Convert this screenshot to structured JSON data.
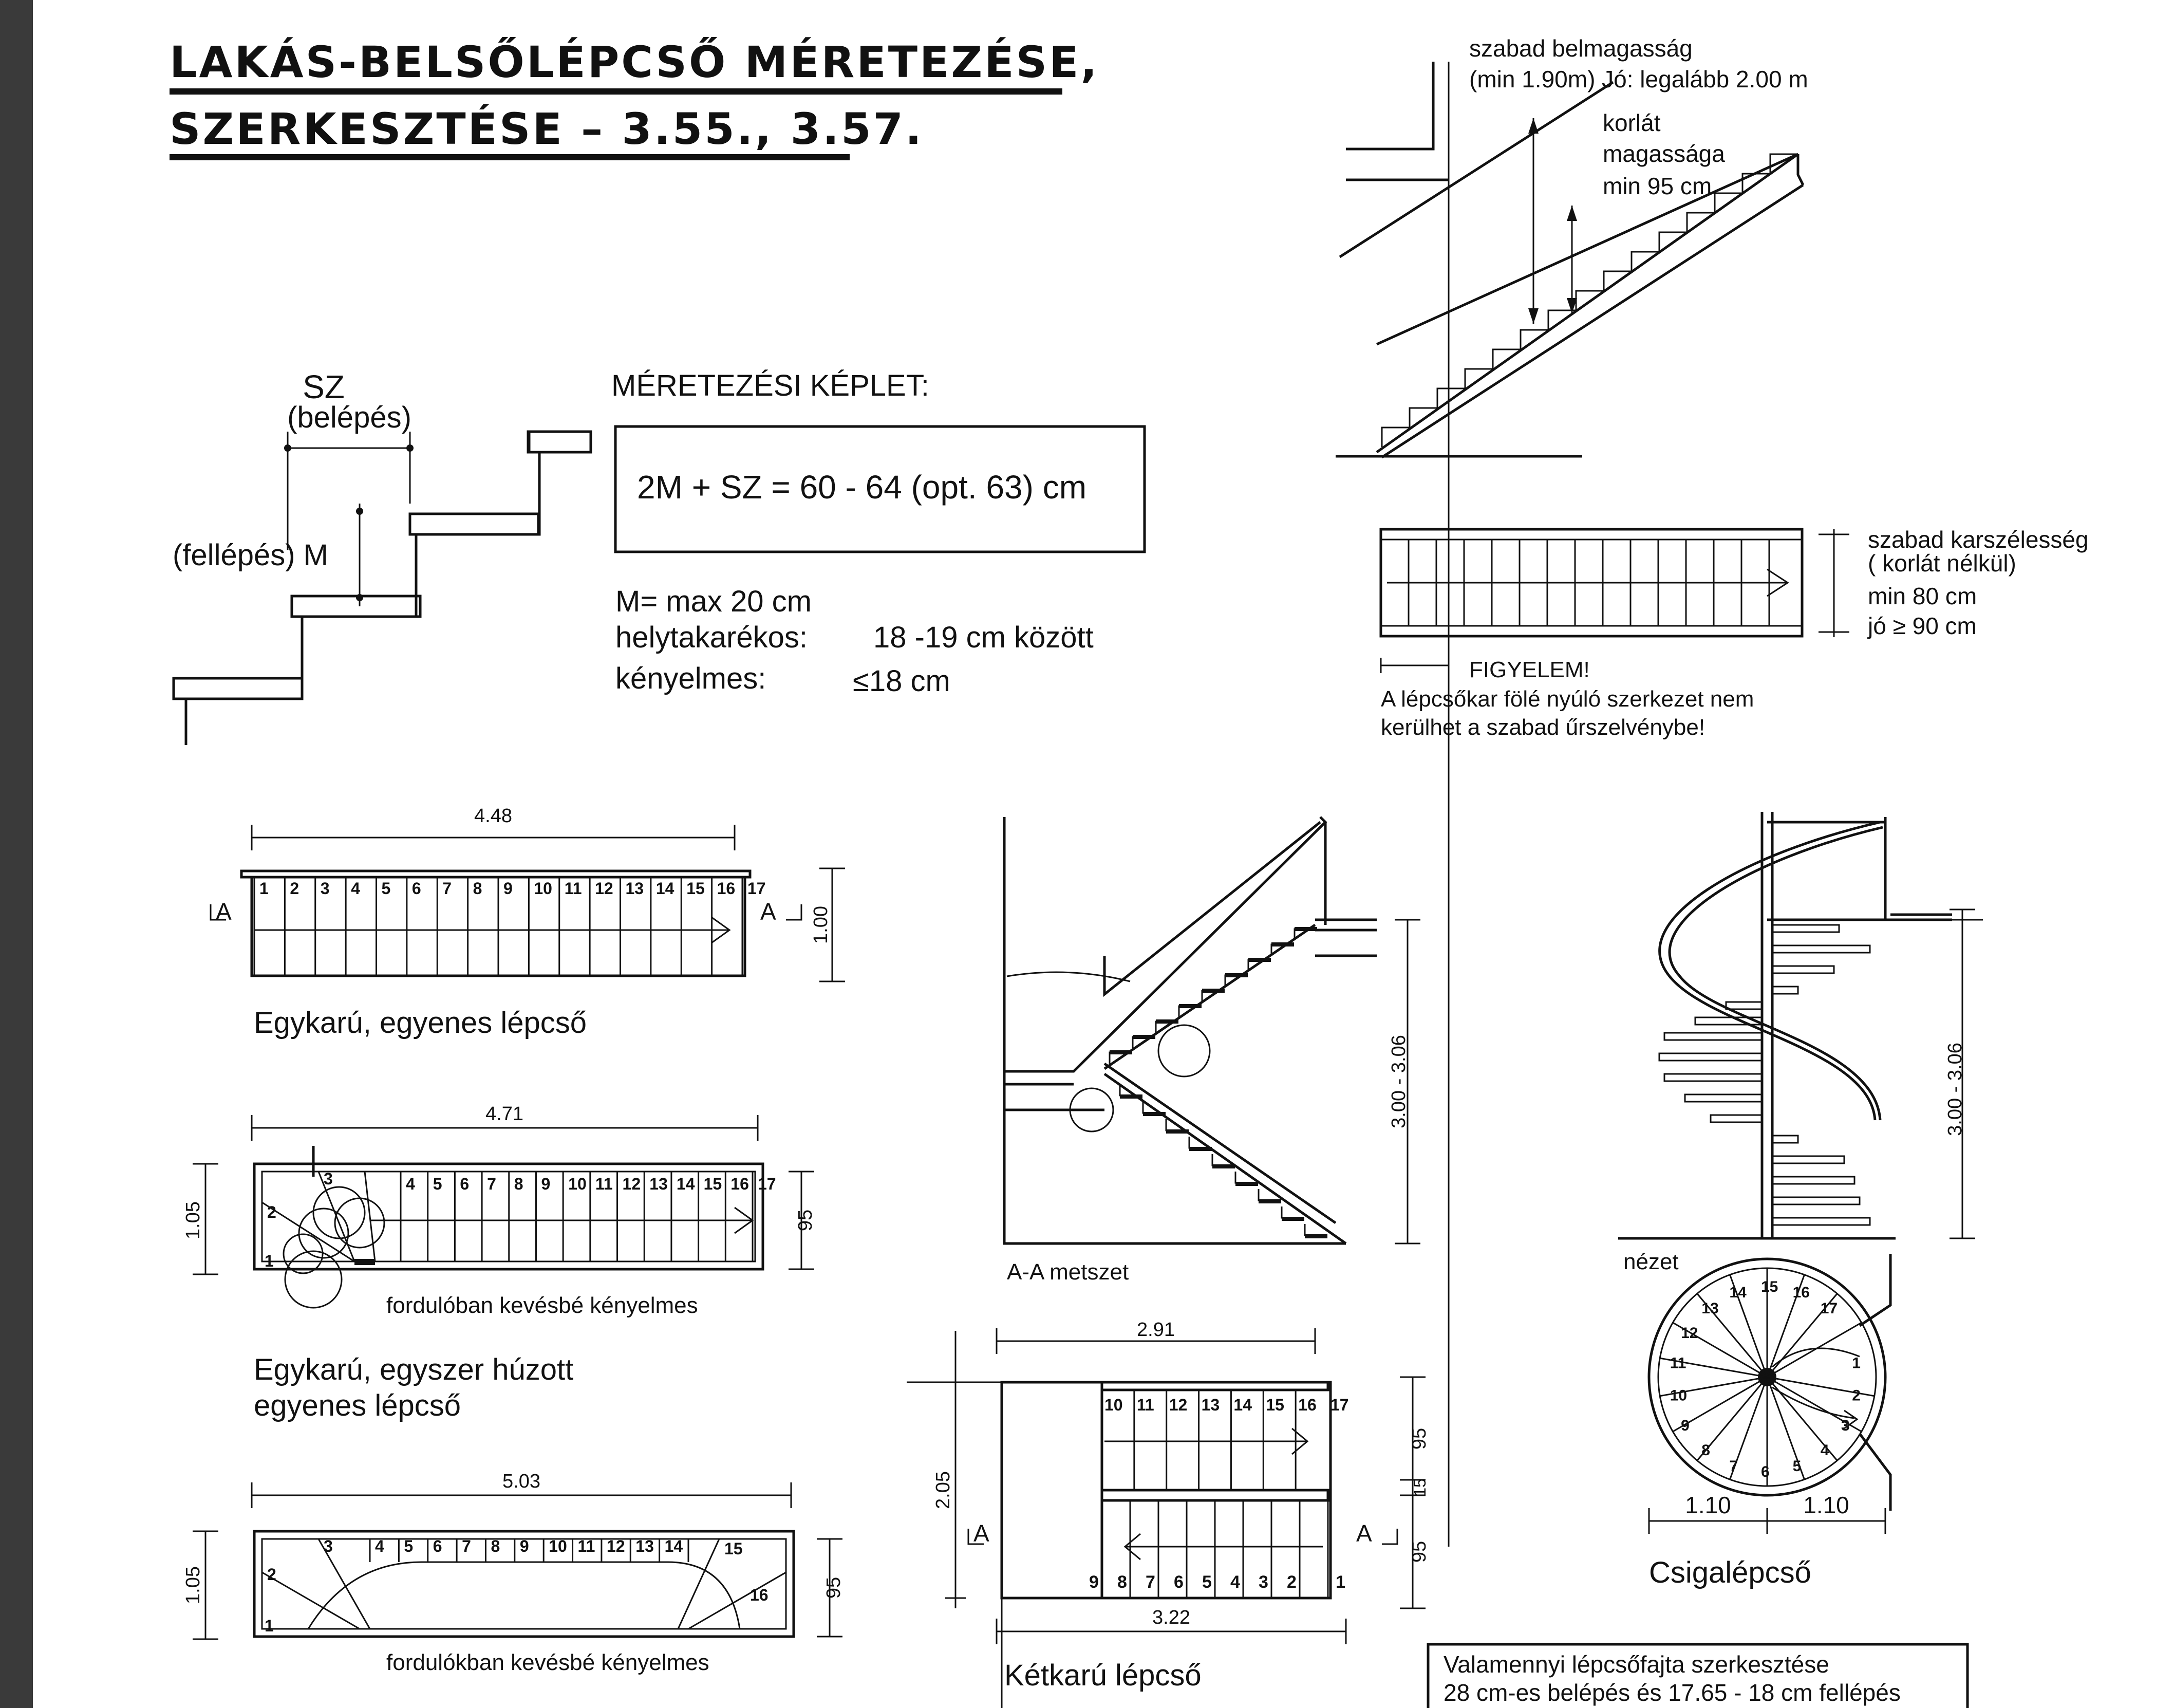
{
  "title": {
    "line1": "LAKÁS-BELSŐLÉPCSŐ MÉRETEZÉSE,",
    "line2": "SZERKESZTÉSE – 3.55., 3.57."
  },
  "formula": {
    "sz_label": "SZ",
    "sz_sub": "(belépés)",
    "m_label": "(fellépés) M",
    "heading": "MÉRETEZÉSI KÉPLET:",
    "box": "2M + SZ = 60 - 64 (opt. 63) cm",
    "rule1": "M= max 20 cm",
    "rule2_label": "helytakarékos:",
    "rule2_value": "18 -19 cm között",
    "rule3_label": "kényelmes:",
    "rule3_value": "≤18 cm"
  },
  "section": {
    "headroom_line1": "szabad belmagasság",
    "headroom_line2": "(min 1.90m)   Jó: legalább 2.00 m",
    "rail_line1": "korlát",
    "rail_line2": "magassága",
    "rail_line3": "min 95 cm",
    "width_line1": "szabad karszélesség",
    "width_line2": "( korlát nélkül)",
    "width_line3": "min 80 cm",
    "width_line4": "jó ≥ 90 cm",
    "warn_line1": "FIGYELEM!",
    "warn_line2": "A lépcsőkar fölé nyúló szerkezet nem",
    "warn_line3": "kerülhet a szabad űrszelvénybe!"
  },
  "straight": {
    "length": "4.48",
    "width": "1.00",
    "cut_left": "A",
    "cut_right": "A",
    "numbers": [
      "1",
      "2",
      "3",
      "4",
      "5",
      "6",
      "7",
      "8",
      "9",
      "10",
      "11",
      "12",
      "13",
      "14",
      "15",
      "16",
      "17"
    ],
    "caption": "Egykarú, egyenes lépcső"
  },
  "single_turn": {
    "length": "4.71",
    "width_outer": "1.05",
    "width_inner": "95",
    "numbers": [
      "1",
      "2",
      "3",
      "4",
      "5",
      "6",
      "7",
      "8",
      "9",
      "10",
      "11",
      "12",
      "13",
      "14",
      "15",
      "16",
      "17"
    ],
    "note": "fordulóban kevésbé kényelmes",
    "caption_line1": "Egykarú, egyszer húzott",
    "caption_line2": "egyenes lépcső"
  },
  "double_turn": {
    "length": "5.03",
    "width_outer": "1.05",
    "width_inner": "95",
    "numbers": [
      "1",
      "2",
      "3",
      "4",
      "5",
      "6",
      "7",
      "8",
      "9",
      "10",
      "11",
      "12",
      "13",
      "14",
      "15",
      "16"
    ],
    "note": "fordulókban kevésbé kényelmes"
  },
  "aa_section": {
    "height": "3.00 - 3.06",
    "caption": "A-A metszet"
  },
  "two_flight": {
    "top_length": "2.91",
    "bottom_length": "3.22",
    "height_dim": "2.05",
    "right_top": "95",
    "right_mid": "15",
    "right_bottom": "95",
    "cut_left": "A",
    "cut_right": "A",
    "upper_numbers": [
      "10",
      "11",
      "12",
      "13",
      "14",
      "15",
      "16",
      "17"
    ],
    "lower_numbers": [
      "9",
      "8",
      "7",
      "6",
      "5",
      "4",
      "3",
      "2",
      "1"
    ],
    "caption": "Kétkarú lépcső"
  },
  "spiral": {
    "height": "3.00 - 3.06",
    "view_label": "nézet",
    "dim_left": "1.10",
    "dim_right": "1.10",
    "numbers": [
      "1",
      "2",
      "3",
      "4",
      "5",
      "6",
      "7",
      "8",
      "9",
      "10",
      "11",
      "12",
      "13",
      "14",
      "15",
      "16",
      "17"
    ],
    "caption": "Csigalépcső"
  },
  "footnote": {
    "line1": "Valamennyi lépcsőfajta szerkesztése",
    "line2": "28 cm-es belépés és 17.65 - 18 cm fellépés"
  }
}
